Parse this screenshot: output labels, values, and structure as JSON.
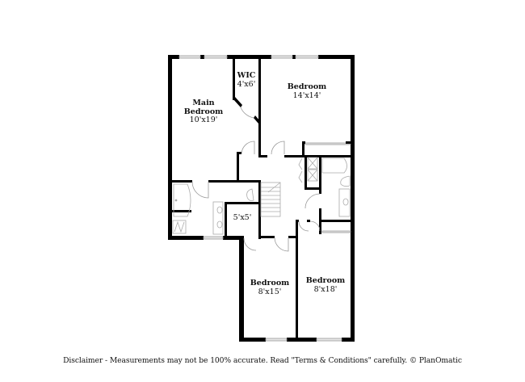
{
  "rooms": {
    "main_bedroom": {
      "name": "Main Bedroom",
      "name_line1": "Main",
      "name_line2": "Bedroom",
      "size": "10'x19'"
    },
    "wic": {
      "name": "WIC",
      "size": "4'x6'"
    },
    "bedroom_1": {
      "name": "Bedroom",
      "size": "14'x14'"
    },
    "closet": {
      "name": "",
      "size": "5'x5'"
    },
    "bedroom_2": {
      "name": "Bedroom",
      "size": "8'x15'"
    },
    "bedroom_3": {
      "name": "Bedroom",
      "size": "8'x18'"
    }
  },
  "footer": {
    "disclaimer": "Disclaimer - Measurements may not be 100% accurate. Read \"Terms & Conditions\" carefully. © PlanOmatic"
  },
  "colors": {
    "wall": "#000000",
    "fixture": "#9a9a9a",
    "window": "#cfcfcf"
  }
}
